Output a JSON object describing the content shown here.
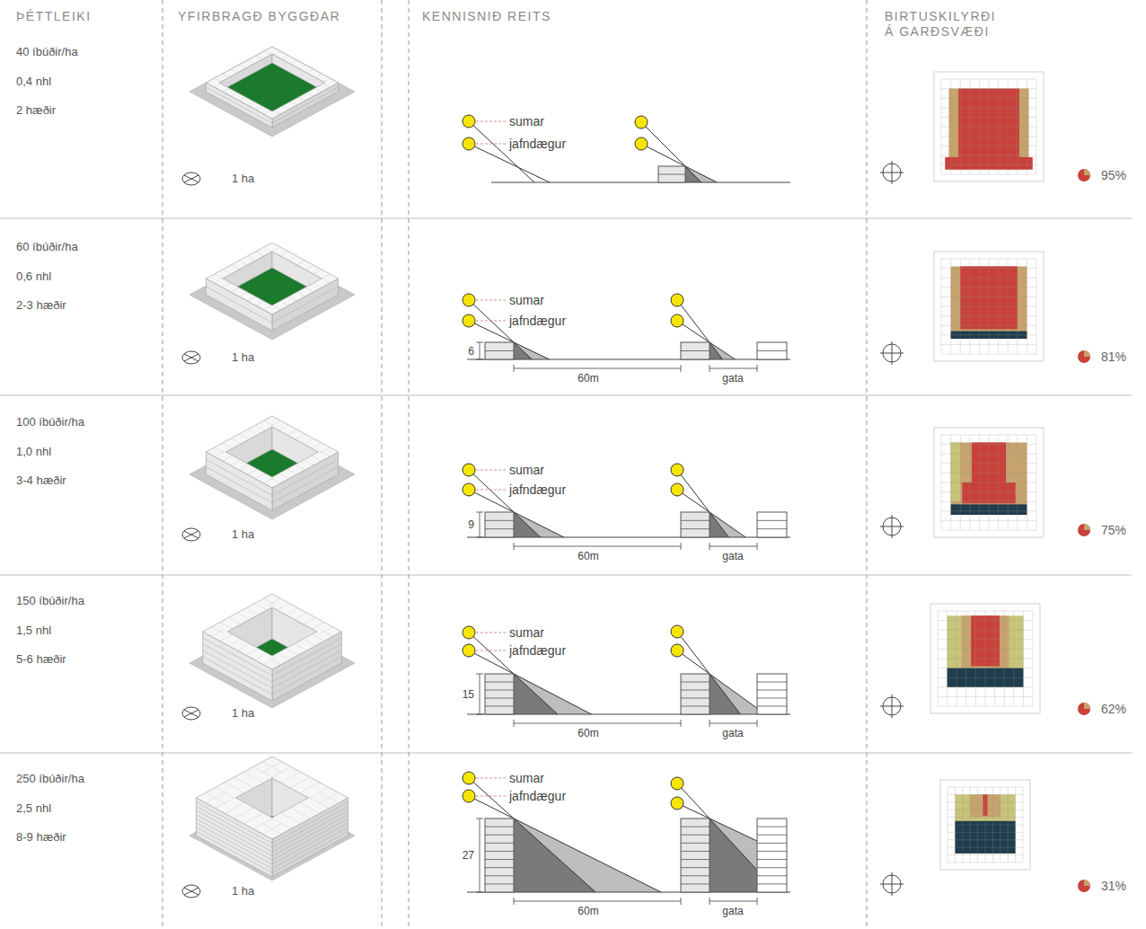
{
  "diagram": {
    "labels": [
      "ÞÉTTLEIKI",
      "YFIRBRAGÐ BYGGÐAR",
      "KENNISNIÐ REITS",
      "BIRTUSKILYRÐI Á GARÐSVÆÐI",
      "40 íbúðir/ha",
      "0,4 nhl",
      "2 hæðir",
      "1 ha",
      "sumar",
      "jafndægur",
      "95%",
      "60 íbúðir/ha",
      "0,6 nhl",
      "2-3 hæðir",
      "1 ha",
      "sumar",
      "jafndægur",
      "6",
      "60m",
      "gata",
      "81%",
      "100 íbúðir/ha",
      "1,0 nhl",
      "3-4 hæðir",
      "1 ha",
      "sumar",
      "jafndægur",
      "9",
      "60m",
      "gata",
      "75%",
      "150 íbúðir/ha",
      "1,5 nhl",
      "5-6 hæðir",
      "1 ha",
      "sumar",
      "jafndægur",
      "15",
      "60m",
      "gata",
      "62%",
      "250 íbúðir/ha",
      "2,5 nhl",
      "8-9 hæðir",
      "1 ha",
      "sumar",
      "jafndægur",
      "27",
      "60m",
      "gata",
      "31%"
    ]
  }
}
